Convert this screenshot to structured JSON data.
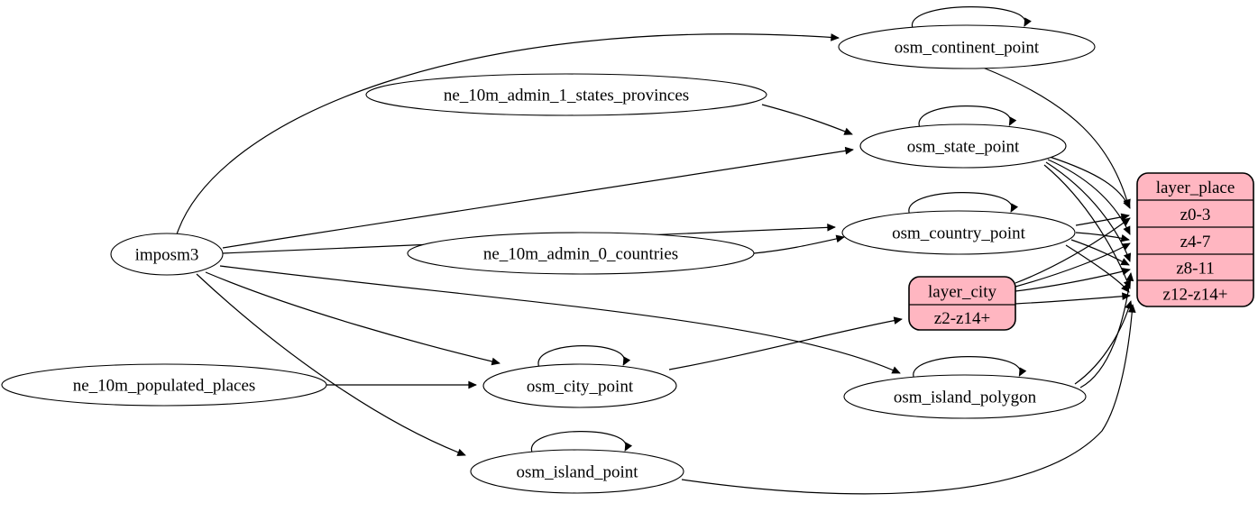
{
  "diagram": {
    "background_color": "#ffffff",
    "table_fill_color": "#ffffff",
    "record_fill_color": "#ffb6c1",
    "stroke_color": "#000000",
    "tables": [
      {
        "id": "imposm3",
        "label": "imposm3"
      },
      {
        "id": "ne_10m_admin_1_states_provinces",
        "label": "ne_10m_admin_1_states_provinces"
      },
      {
        "id": "ne_10m_admin_0_countries",
        "label": "ne_10m_admin_0_countries"
      },
      {
        "id": "ne_10m_populated_places",
        "label": "ne_10m_populated_places"
      },
      {
        "id": "osm_continent_point",
        "label": "osm_continent_point"
      },
      {
        "id": "osm_state_point",
        "label": "osm_state_point"
      },
      {
        "id": "osm_country_point",
        "label": "osm_country_point"
      },
      {
        "id": "osm_city_point",
        "label": "osm_city_point"
      },
      {
        "id": "osm_island_polygon",
        "label": "osm_island_polygon"
      },
      {
        "id": "osm_island_point",
        "label": "osm_island_point"
      }
    ],
    "records": [
      {
        "id": "layer_city",
        "title": "layer_city",
        "rows": [
          "z2-z14+"
        ]
      },
      {
        "id": "layer_place",
        "title": "layer_place",
        "rows": [
          "z0-3",
          "z4-7",
          "z8-11",
          "z12-z14+"
        ]
      }
    ],
    "edges": [
      {
        "from": "imposm3",
        "to": "osm_continent_point"
      },
      {
        "from": "imposm3",
        "to": "osm_state_point"
      },
      {
        "from": "imposm3",
        "to": "osm_country_point"
      },
      {
        "from": "imposm3",
        "to": "osm_city_point"
      },
      {
        "from": "imposm3",
        "to": "osm_island_polygon"
      },
      {
        "from": "imposm3",
        "to": "osm_island_point"
      },
      {
        "from": "ne_10m_admin_1_states_provinces",
        "to": "osm_state_point"
      },
      {
        "from": "ne_10m_admin_0_countries",
        "to": "osm_country_point"
      },
      {
        "from": "ne_10m_populated_places",
        "to": "osm_city_point"
      },
      {
        "from": "osm_continent_point",
        "to": "osm_continent_point"
      },
      {
        "from": "osm_state_point",
        "to": "osm_state_point"
      },
      {
        "from": "osm_country_point",
        "to": "osm_country_point"
      },
      {
        "from": "osm_city_point",
        "to": "osm_city_point"
      },
      {
        "from": "osm_island_polygon",
        "to": "osm_island_polygon"
      },
      {
        "from": "osm_island_point",
        "to": "osm_island_point"
      },
      {
        "from": "osm_city_point",
        "to": "layer_city",
        "row": "z2-z14+"
      },
      {
        "from": "osm_continent_point",
        "to": "layer_place",
        "row": "z0-3"
      },
      {
        "from": "osm_country_point",
        "to": "layer_place",
        "row": "z0-3"
      },
      {
        "from": "osm_country_point",
        "to": "layer_place",
        "row": "z4-7"
      },
      {
        "from": "osm_country_point",
        "to": "layer_place",
        "row": "z8-11"
      },
      {
        "from": "osm_country_point",
        "to": "layer_place",
        "row": "z12-z14+"
      },
      {
        "from": "osm_state_point",
        "to": "layer_place",
        "row": "z0-3"
      },
      {
        "from": "osm_state_point",
        "to": "layer_place",
        "row": "z4-7"
      },
      {
        "from": "osm_state_point",
        "to": "layer_place",
        "row": "z8-11"
      },
      {
        "from": "osm_state_point",
        "to": "layer_place",
        "row": "z12-z14+"
      },
      {
        "from": "layer_city",
        "to": "layer_place",
        "row": "z0-3"
      },
      {
        "from": "layer_city",
        "to": "layer_place",
        "row": "z4-7"
      },
      {
        "from": "layer_city",
        "to": "layer_place",
        "row": "z8-11"
      },
      {
        "from": "layer_city",
        "to": "layer_place",
        "row": "z12-z14+"
      },
      {
        "from": "osm_island_polygon",
        "to": "layer_place",
        "row": "z8-11"
      },
      {
        "from": "osm_island_polygon",
        "to": "layer_place",
        "row": "z12-z14+"
      },
      {
        "from": "osm_island_point",
        "to": "layer_place",
        "row": "z12-z14+"
      }
    ]
  }
}
